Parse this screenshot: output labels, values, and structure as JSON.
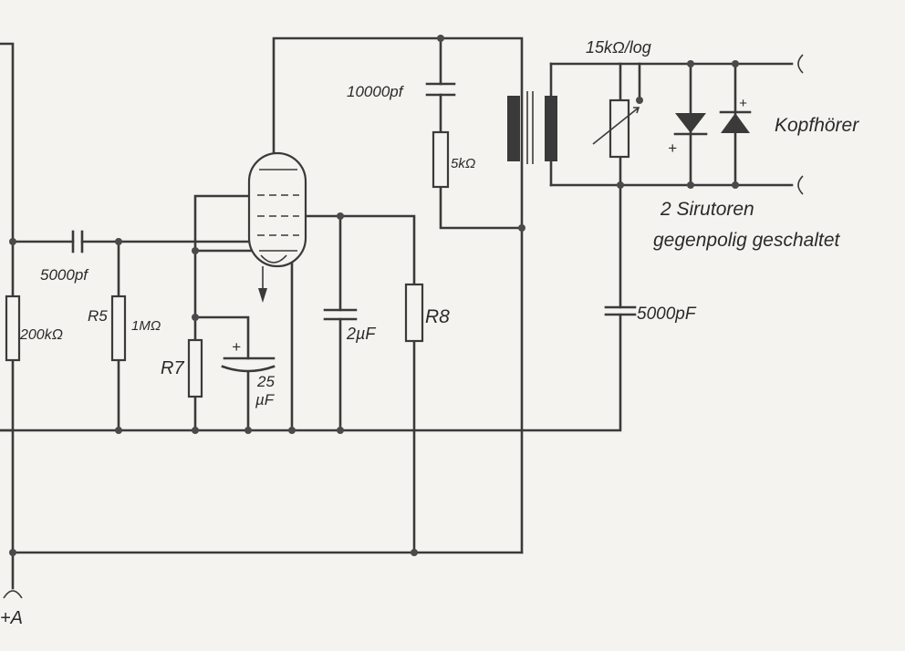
{
  "labels": {
    "c_10000pf": "10000pf",
    "r_5k": "5kΩ",
    "pot_15k": "15kΩ/log",
    "kopfhoerer": "Kopfhörer",
    "sirutoren_1": "2 Sirutoren",
    "sirutoren_2": "gegenpolig geschaltet",
    "c_5000pF_right": "5000pF",
    "c_5000pf_left": "5000pf",
    "r_200k": "200kΩ",
    "r5_name": "R5",
    "r5_value": "1MΩ",
    "r7_name": "R7",
    "c_2uF": "2µF",
    "r8_name": "R8",
    "c_25_a": "25",
    "c_25_b": "µF",
    "plus": "+",
    "plus_a": "+A"
  }
}
